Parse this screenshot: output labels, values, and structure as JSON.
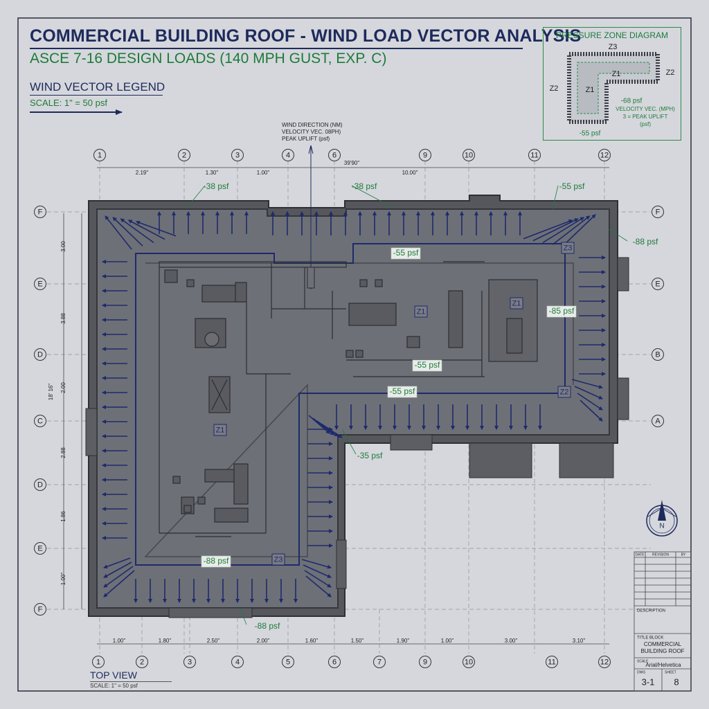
{
  "header": {
    "title": "COMMERCIAL BUILDING ROOF - WIND LOAD VECTOR ANALYSIS",
    "subtitle": "ASCE 7-16 DESIGN LOADS (140 MPH GUST, EXP. C)"
  },
  "legend": {
    "title": "WIND VECTOR LEGEND",
    "scale": "SCALE: 1\" = 50 psf"
  },
  "wind_note": {
    "line1": "WIND DIRECTION (NM)",
    "line2": "VELOCITY VEC. 08PH)",
    "line3": "PEAK UPLIFT (psf)"
  },
  "pressure_zone_diagram": {
    "title": "PRESSURE ZONE DIAGRAM",
    "zones": [
      "Z3",
      "Z1",
      "Z2",
      "Z2",
      "Z1"
    ],
    "pressures": [
      "-68 psf",
      "-55 psf"
    ],
    "note1": "VELOCITY VEC. (MPH)",
    "note2": "3 = PEAK UPLIFT",
    "note3": "(psf)"
  },
  "grid": {
    "top_labels": [
      "1",
      "2",
      "3",
      "4",
      "6",
      "9",
      "10",
      "11",
      "12"
    ],
    "bottom_labels": [
      "1",
      "2",
      "3",
      "4",
      "5",
      "6",
      "7",
      "9",
      "10",
      "11",
      "12"
    ],
    "left_labels": [
      "F",
      "E",
      "D",
      "C",
      "D",
      "E",
      "F"
    ],
    "right_labels": [
      "F",
      "E",
      "B",
      "A"
    ],
    "top_dims": [
      "2.19\"",
      "1.30\"",
      "1.00\"",
      "10.00\""
    ],
    "top_overall": "39'90\"",
    "bottom_dims": [
      "1.00\"",
      "1.80\"",
      "2.50\"",
      "2.00\"",
      "1.60\"",
      "1.50\"",
      "1.90\"",
      "1.00\"",
      "3.00\"",
      "3.10\""
    ],
    "left_dims": [
      "3.00",
      "3.88",
      "2.00",
      "2.88",
      "1.86",
      "1.00\""
    ],
    "left_overall": "18' 16\""
  },
  "pressure_labels": [
    "-38 psf",
    "-38 psf",
    "-55 psf",
    "-88 psf",
    "-55 psf",
    "-85 psf",
    "-55 psf",
    "-35 psf",
    "-88 psf",
    "-55 psf",
    "-88 psf"
  ],
  "zone_labels": [
    "Z3",
    "Z1",
    "Z1",
    "Z2",
    "Z1",
    "Z3"
  ],
  "compass": {
    "north": "N"
  },
  "title_block": {
    "col1": "DATE",
    "col2": "REVISION",
    "col3": "BY",
    "header": "DESCRIPTION",
    "block_label": "TITLE BLOCK",
    "project_line1": "COMMERCIAL",
    "project_line2": "BUILDING ROOF",
    "font_label": "SCALE",
    "font_value": "Arial/Helvetica",
    "dwg_label": "DWG",
    "sheet_label": "SHEET",
    "dwg_no": "3-1",
    "sheet_no": "8"
  },
  "top_view": {
    "label": "TOP VIEW",
    "scale": "SCALE: 1\" = 50 psf"
  },
  "colors": {
    "background": "#d5d7dc",
    "roof": "#6e7077",
    "vector": "#1d2a6c",
    "pressure_text": "#1e7a3a"
  }
}
